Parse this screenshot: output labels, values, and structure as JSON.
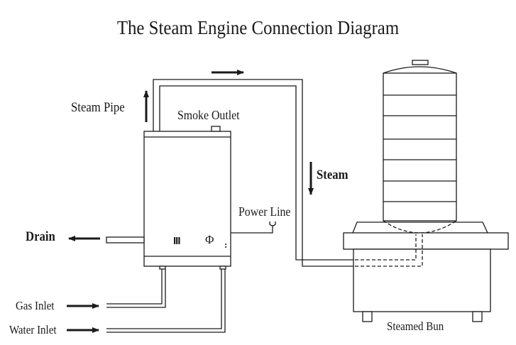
{
  "title": "The Steam Engine Connection Diagram",
  "labels": {
    "steam_pipe": "Steam Pipe",
    "smoke_outlet": "Smoke Outlet",
    "steam": "Steam",
    "power_line": "Power Line",
    "drain": "Drain",
    "gas_inlet": "Gas Inlet",
    "water_inlet": "Water Inlet",
    "steamed_bun": "Steamed Bun"
  },
  "boiler_panel": {
    "burner_symbol": "III",
    "power_symbol": "Φ",
    "indicator_symbol": ":"
  },
  "steamer": {
    "tiers": 7
  },
  "colors": {
    "line": "#1a1a1a",
    "background": "#ffffff"
  }
}
